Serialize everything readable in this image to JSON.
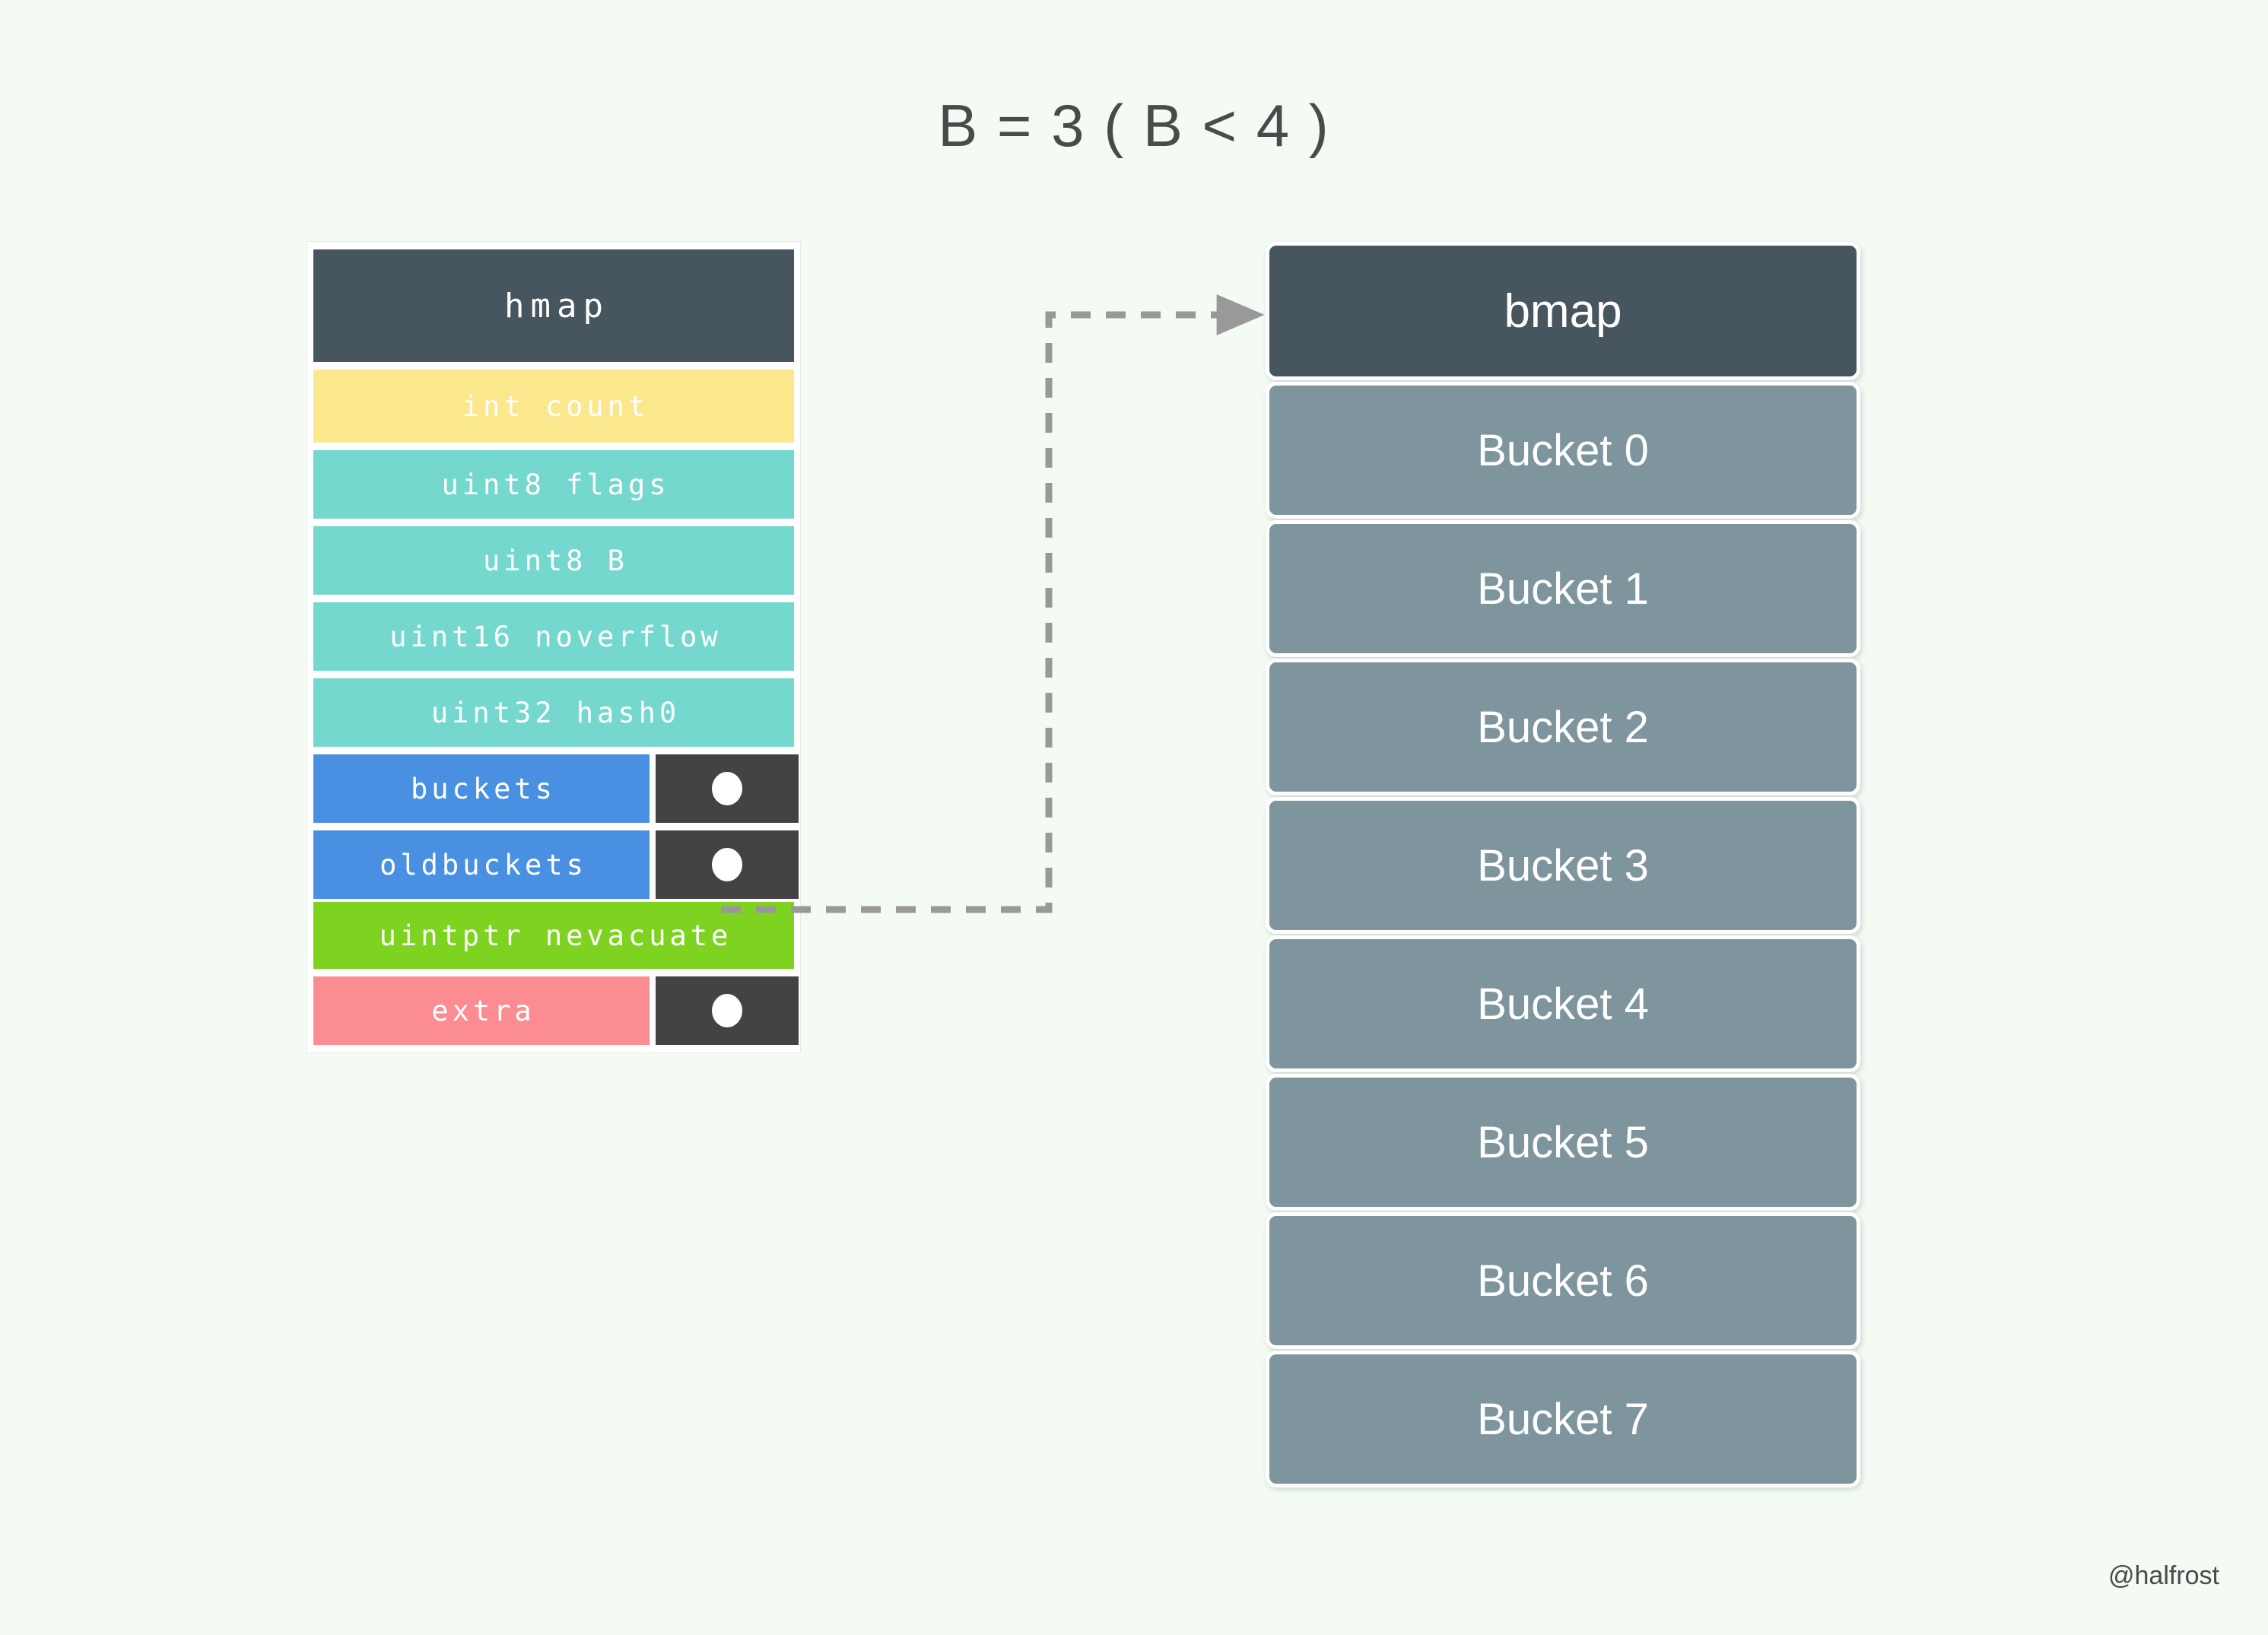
{
  "title": {
    "text": "B = 3 ( B < 4 )",
    "b_value": 3,
    "condition": "B < 4"
  },
  "colors": {
    "background": "#f3fbf4",
    "header_slate": "#47555e",
    "count_yellow": "#fbe78c",
    "field_teal": "#74d8ce",
    "pointer_blue": "#4a90e2",
    "nevacuate_green": "#7ed321",
    "extra_pink": "#fb8c91",
    "pointer_box_dark": "#434343",
    "bucket_grey": "#7e959e",
    "connector_grey": "#999999",
    "text_dark": "#4a4a4a"
  },
  "hmap": {
    "header_label": "hmap",
    "fields": [
      {
        "label": "int count",
        "color_key": "count_yellow",
        "has_pointer": false
      },
      {
        "label": "uint8 flags",
        "color_key": "field_teal",
        "has_pointer": false
      },
      {
        "label": "uint8 B",
        "color_key": "field_teal",
        "has_pointer": false
      },
      {
        "label": "uint16 noverflow",
        "color_key": "field_teal",
        "has_pointer": false
      },
      {
        "label": "uint32 hash0",
        "color_key": "field_teal",
        "has_pointer": false
      },
      {
        "label": "buckets",
        "color_key": "pointer_blue",
        "has_pointer": true
      },
      {
        "label": "oldbuckets",
        "color_key": "pointer_blue",
        "has_pointer": true
      },
      {
        "label": "uintptr nevacuate",
        "color_key": "nevacuate_green",
        "has_pointer": false
      },
      {
        "label": "extra",
        "color_key": "extra_pink",
        "has_pointer": true
      }
    ]
  },
  "bmap": {
    "header_label": "bmap",
    "bucket_count": 8,
    "buckets": [
      "Bucket 0",
      "Bucket 1",
      "Bucket 2",
      "Bucket 3",
      "Bucket 4",
      "Bucket 5",
      "Bucket 6",
      "Bucket 7"
    ]
  },
  "connector": {
    "from": "buckets pointer",
    "to": "bmap header",
    "style": "dashed",
    "arrow": "right"
  },
  "watermark": {
    "text": "@halfrost"
  }
}
